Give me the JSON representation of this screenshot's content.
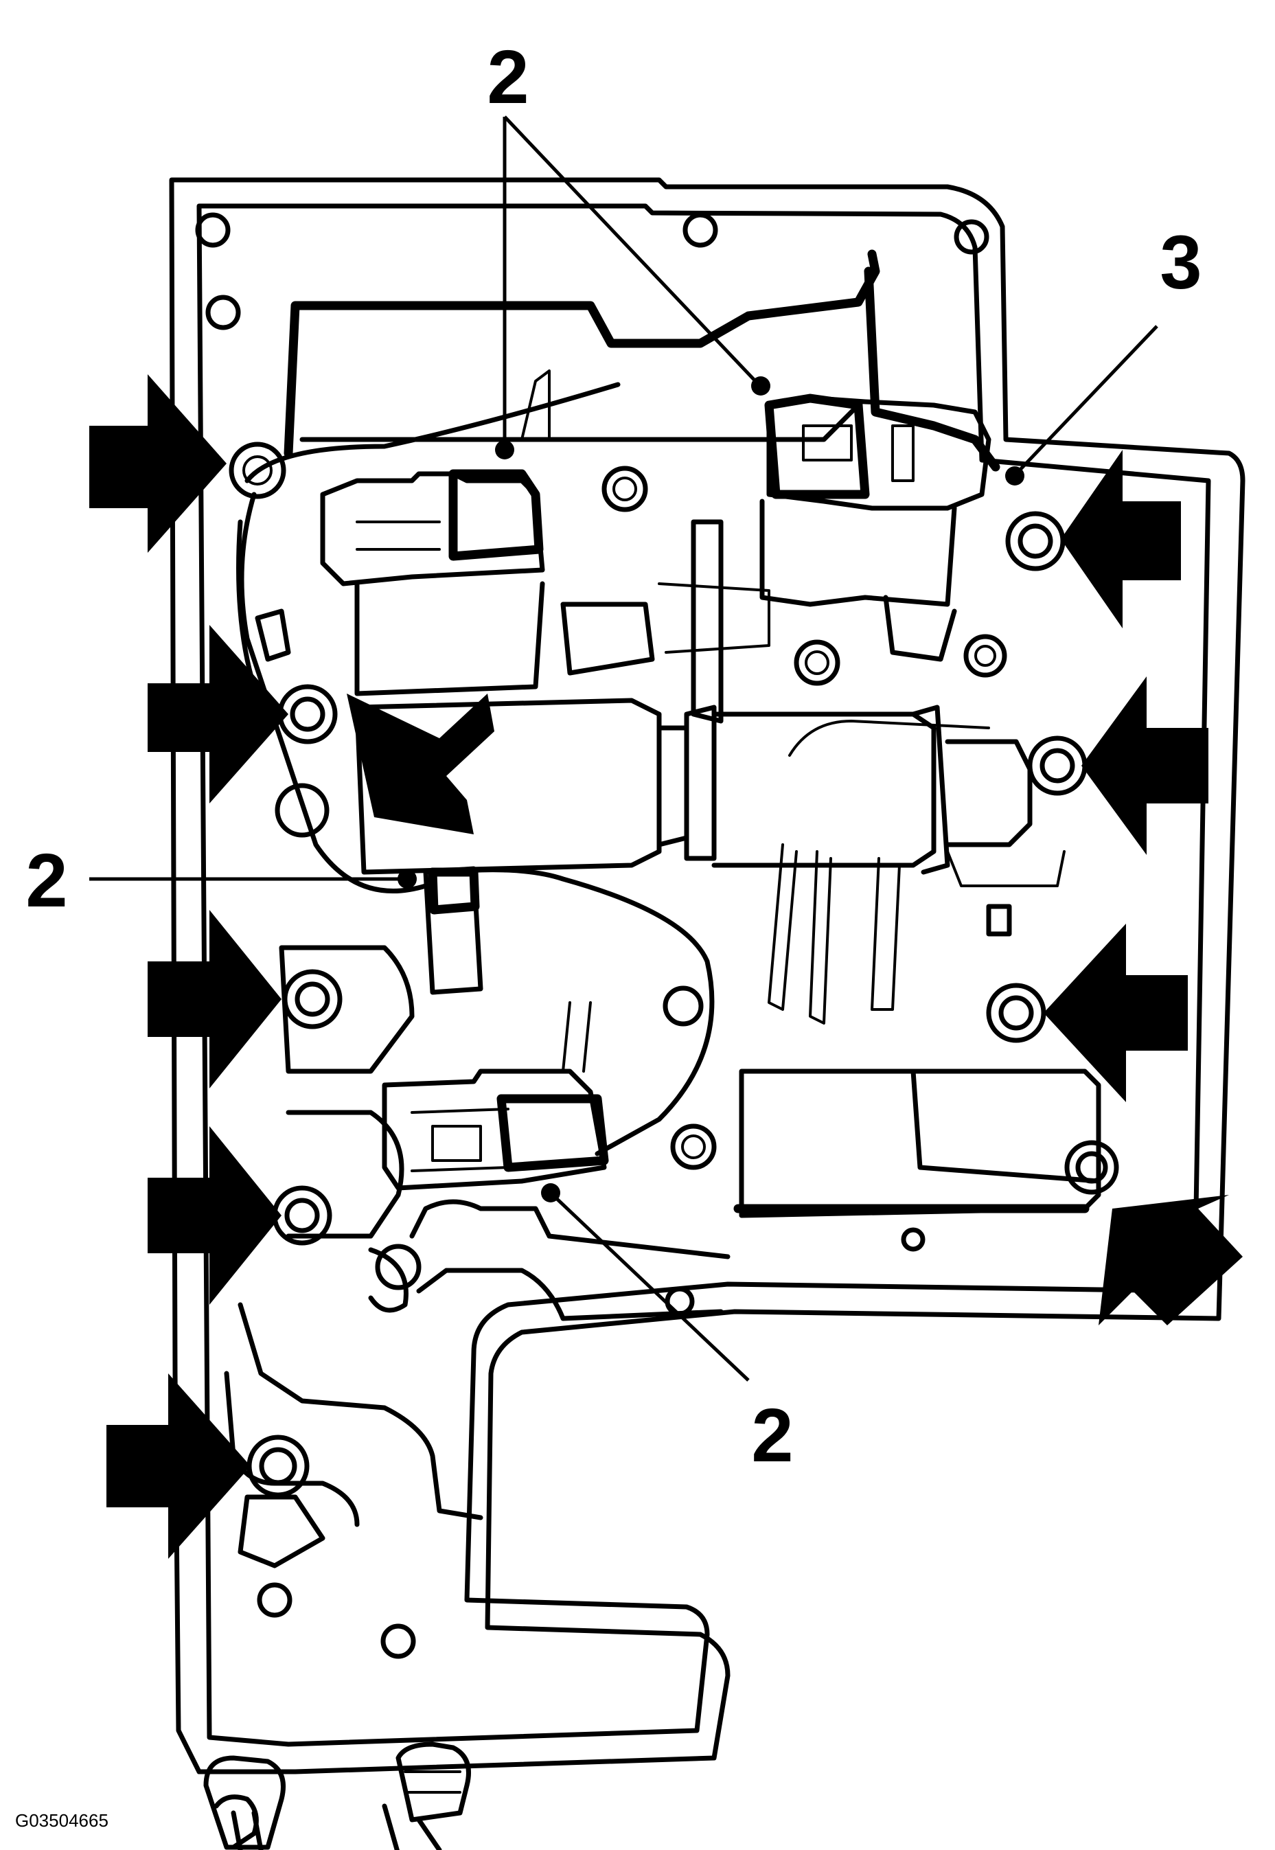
{
  "callouts": [
    {
      "id": "callout-top",
      "label": "2"
    },
    {
      "id": "callout-right",
      "label": "3"
    },
    {
      "id": "callout-left",
      "label": "2"
    },
    {
      "id": "callout-bottom",
      "label": "2"
    }
  ],
  "figure_id": "G03504665"
}
